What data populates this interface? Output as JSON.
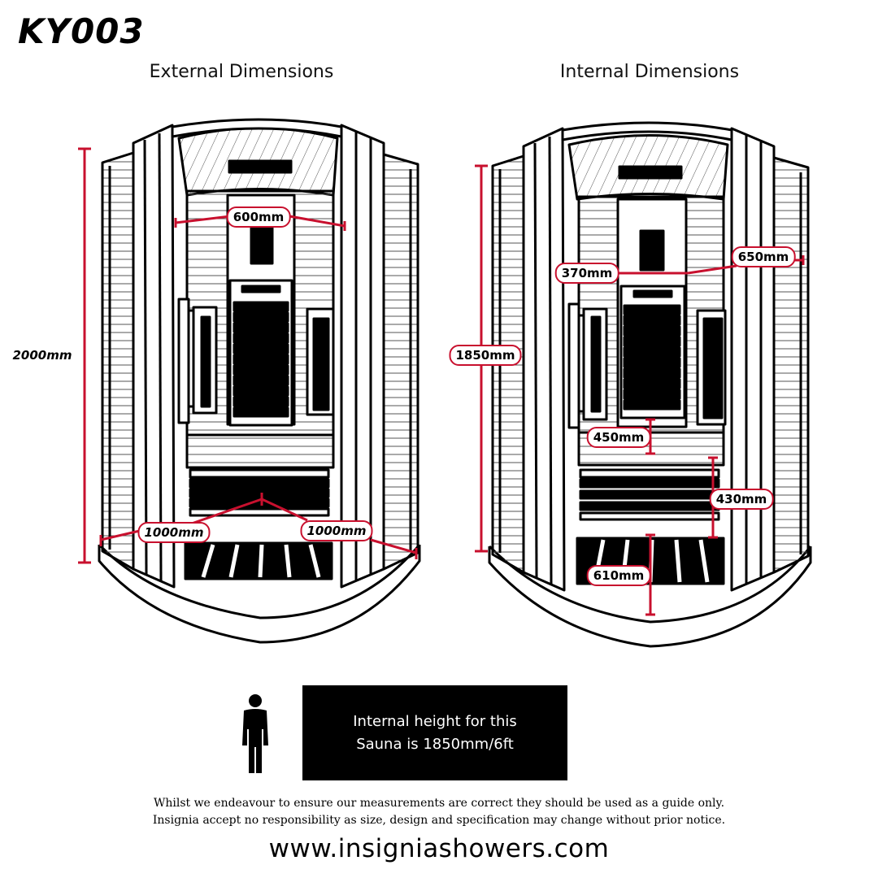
{
  "title": "KY003",
  "external": {
    "heading": "External Dimensions",
    "height": "2000mm",
    "depth_top": "600mm",
    "width_left": "1000mm",
    "width_right": "1000mm"
  },
  "internal": {
    "heading": "Internal Dimensions",
    "height": "1850mm",
    "depth_side": "650mm",
    "back_width": "370mm",
    "bench_gap": "450mm",
    "bench_height": "430mm",
    "floor_depth": "610mm"
  },
  "colors": {
    "dimension": "#c8102e",
    "box": "#000000"
  },
  "info_box": {
    "line1": "Internal height for this",
    "line2": "Sauna is 1850mm/6ft",
    "icon": "person-icon"
  },
  "disclaimer": {
    "line1": "Whilst we endeavour to ensure our measurements are correct they should be used as a guide only.",
    "line2": "Insignia accept no responsibility as size, design and specification may change without prior notice."
  },
  "website": "www.insigniashowers.com"
}
